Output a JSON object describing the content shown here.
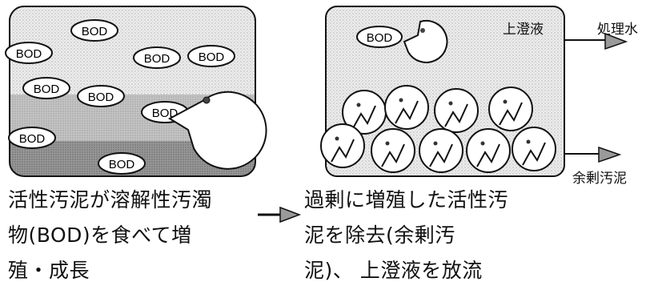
{
  "bod_label": "BOD",
  "left_panel": {
    "caption_lines": [
      "活性汚泥が溶解性汚濁",
      "物(BOD)を食べて増",
      "殖・成長"
    ]
  },
  "right_panel": {
    "supernatant_label": "上澄液",
    "treated_water_label": "処理水",
    "excess_sludge_label": "余剰汚泥",
    "caption_lines": [
      "過剰に増殖した活性汚",
      "泥を除去(余剰汚",
      "泥)、 上澄液を放流"
    ]
  },
  "colors": {
    "stroke": "#111111",
    "light_fill": "#e6e6e6",
    "mid_fill": "#bdbdbd",
    "dark_fill": "#8f8f8f",
    "arrow_fill": "#9a9a9a"
  }
}
